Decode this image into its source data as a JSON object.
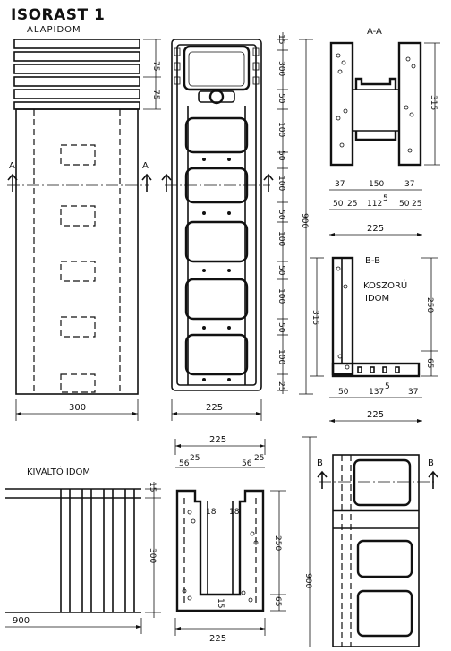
{
  "title": "ISORAST 1",
  "labels": {
    "alapidom": "ALAPIDOM",
    "kivalto": "KIVÁLTÓ IDOM",
    "koszoru_line1": "KOSZORÚ",
    "koszoru_line2": "IDOM",
    "section_aa": "A-A",
    "section_bb": "B-B",
    "marker_a": "A",
    "marker_b": "B"
  },
  "dims": {
    "d15": "15",
    "d25": "25",
    "d37": "37",
    "d45": "45",
    "d50": "50",
    "d56": "56",
    "d65": "65",
    "d75": "75",
    "d100": "100",
    "d150": "150",
    "d225": "225",
    "d250": "250",
    "d300": "300",
    "d315": "315",
    "d900": "900",
    "d112": "112",
    "d137": "137",
    "sup5": "5",
    "sup5b": "5"
  }
}
